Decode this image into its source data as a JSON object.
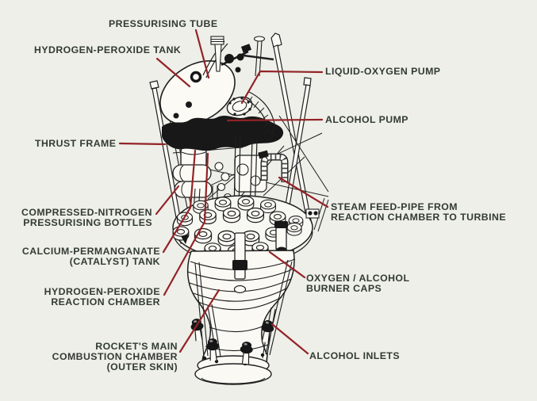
{
  "diagram": {
    "type": "labelled-technical-diagram",
    "subject": "rocket engine cutaway with part labels",
    "colors": {
      "background": "#edefe8",
      "leader_line": "#932327",
      "label_text": "#333b34",
      "line_art_ink": "#1f1f1f",
      "line_art_fill": "#fbfaf5"
    },
    "labels": {
      "pressurising_tube": [
        "PRESSURISING TUBE"
      ],
      "hydrogen_peroxide_tank": [
        "HYDROGEN-PEROXIDE TANK"
      ],
      "liquid_oxygen_pump": [
        "LIQUID-OXYGEN PUMP"
      ],
      "alcohol_pump": [
        "ALCOHOL PUMP"
      ],
      "thrust_frame": [
        "THRUST FRAME"
      ],
      "compressed_nitrogen": [
        "COMPRESSED-NITROGEN",
        "PRESSURISING BOTTLES"
      ],
      "steam_feed_pipe": [
        "STEAM FEED-PIPE FROM",
        "REACTION CHAMBER TO TURBINE"
      ],
      "calcium_permanganate": [
        "CALCIUM-PERMANGANATE",
        "(CATALYST) TANK"
      ],
      "oxygen_alcohol_burner_caps": [
        "OXYGEN / ALCOHOL",
        "BURNER CAPS"
      ],
      "hydrogen_peroxide_reaction_chamber": [
        "HYDROGEN-PEROXIDE",
        "REACTION CHAMBER"
      ],
      "rockets_main_combustion_chamber": [
        "ROCKET'S MAIN",
        "COMBUSTION CHAMBER",
        "(OUTER SKIN)"
      ],
      "alcohol_inlets": [
        "ALCOHOL INLETS"
      ]
    }
  }
}
